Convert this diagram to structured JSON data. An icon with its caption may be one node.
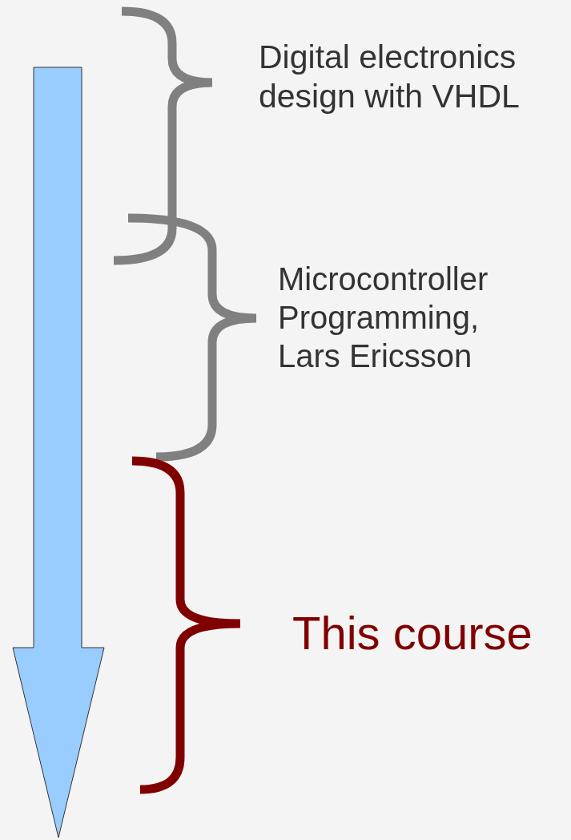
{
  "diagram": {
    "labels": [
      "Digital electronics design with VHDL",
      "Microcontroller Programming, Lars Ericsson",
      "This course"
    ]
  }
}
